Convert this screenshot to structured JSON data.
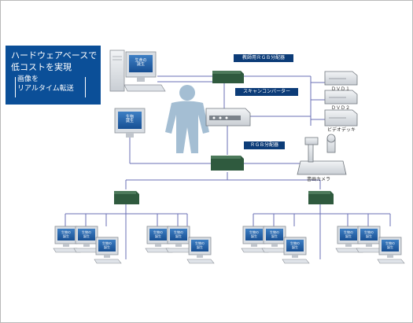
{
  "callout": {
    "headline": "ハードウェアベースで\n低コストを実現",
    "subtext": "画像を\nリアルタイム転送"
  },
  "labels": {
    "teacher_rgb_splitter": "教師用ＲＧＢ分配器",
    "scan_converter": "スキャンコンバーター",
    "rgb_splitter": "ＲＧＢ分配器",
    "dvd1": "ＤＶＤ１",
    "dvd2": "ＤＶＤ２",
    "video_deck": "ビデオデッキ",
    "document_camera": "書画カメラ"
  },
  "screen_texts": {
    "teacher_pc": "生命の\n誕生",
    "front_monitor": "生物\n誕生",
    "student": "生物の\n誕生"
  }
}
